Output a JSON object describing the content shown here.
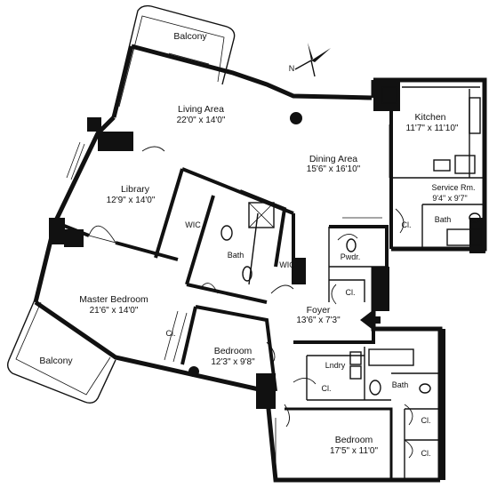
{
  "rooms": {
    "balcony_top": "Balcony",
    "balcony_bottom": "Balcony",
    "living_area": {
      "name": "Living Area",
      "dims": "22'0\" x 14'0\""
    },
    "kitchen": {
      "name": "Kitchen",
      "dims": "11'7\" x 11'10\""
    },
    "dining_area": {
      "name": "Dining Area",
      "dims": "15'6\" x 16'10\""
    },
    "library": {
      "name": "Library",
      "dims": "12'9\" x 14'0\""
    },
    "service_rm": {
      "name": "Service Rm.",
      "dims": "9'4\" x 9'7\""
    },
    "wic_1": "WIC",
    "wic_2": "WIC",
    "bath_master": "Bath",
    "bath_service": "Bath",
    "bath_bedroom": "Bath",
    "pwdr": "Pwdr.",
    "closet_service": "Cl.",
    "closet_foyer": "Cl.",
    "closet_master": "Cl.",
    "closet_laundry": "Cl.",
    "closet_bed2_a": "Cl.",
    "closet_bed2_b": "Cl.",
    "master_bedroom": {
      "name": "Master Bedroom",
      "dims": "21'6\" x 14'0\""
    },
    "foyer": {
      "name": "Foyer",
      "dims": "13'6\" x 7'3\""
    },
    "bedroom_1": {
      "name": "Bedroom",
      "dims": "12'3\" x 9'8\""
    },
    "laundry": "Lndry",
    "bedroom_2": {
      "name": "Bedroom",
      "dims": "17'5\" x 11'0\""
    }
  },
  "compass": {
    "north_label": "N"
  }
}
